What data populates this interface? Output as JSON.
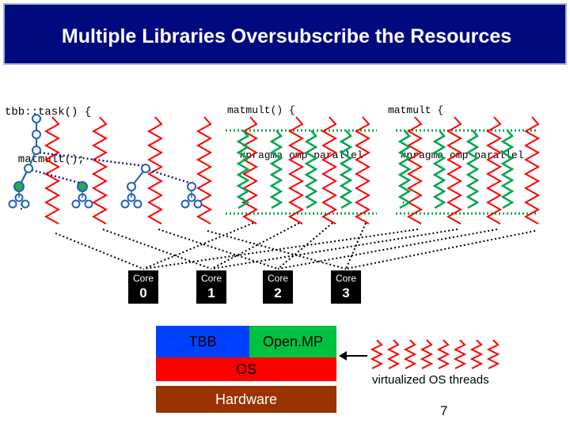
{
  "title": "Multiple Libraries Oversubscribe the Resources",
  "code": {
    "tbb_block": [
      "tbb::task() {",
      "  matmult();",
      "  :"
    ],
    "omp_block_1": [
      "matmult() {",
      "  #pragma omp parallel",
      "  :"
    ],
    "omp_block_2": [
      "matmult {",
      "  #pragma omp parallel",
      "  :"
    ]
  },
  "cores": [
    {
      "label": "Core",
      "number": "0"
    },
    {
      "label": "Core",
      "number": "1"
    },
    {
      "label": "Core",
      "number": "2"
    },
    {
      "label": "Core",
      "number": "3"
    }
  ],
  "stack": {
    "tbb": "TBB",
    "openmp": "Open.MP",
    "os": "OS",
    "hardware": "Hardware"
  },
  "legend_caption": "virtualized OS threads",
  "page_number": "7",
  "colors": {
    "title_bg": "#000a7f",
    "os_thread": "#ff0000",
    "omp_thread": "#00a84e",
    "task_tree": "#2060c0",
    "task_node_active": "#2ea84a",
    "tbb_layer": "#0040ff",
    "openmp_layer": "#00c040",
    "os_layer": "#ff0000",
    "hardware_layer": "#993300"
  }
}
